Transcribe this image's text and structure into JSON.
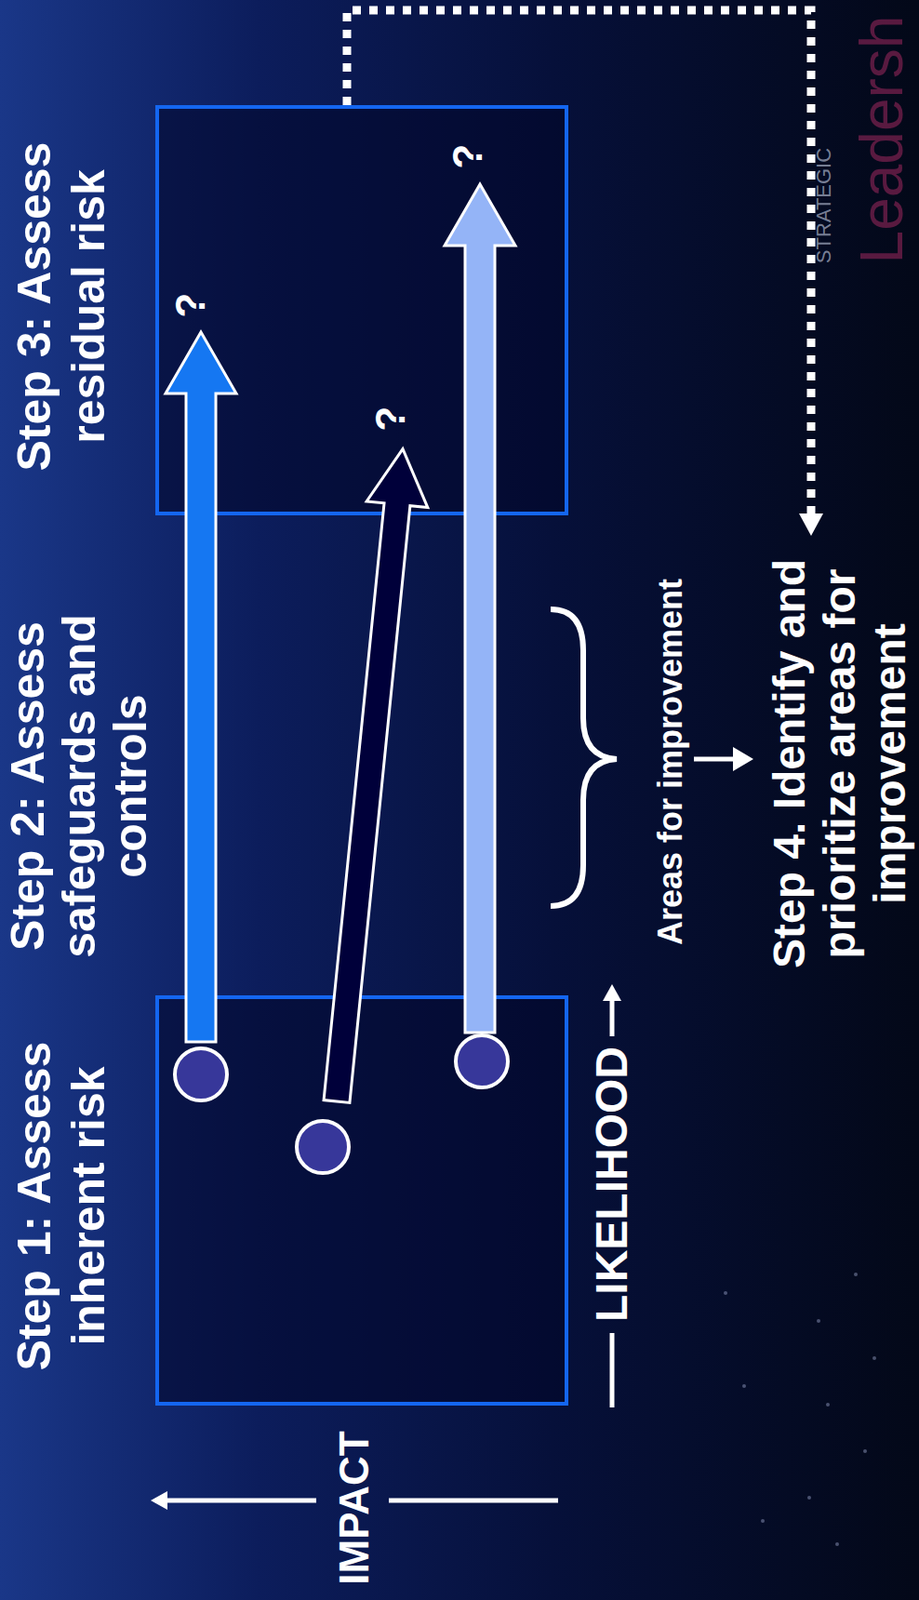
{
  "diagram": {
    "nodes": [
      {
        "text": [
          "Step 1: Assess inherent risk"
        ]
      },
      {
        "text": [
          "Step 3: Assess residual risk"
        ]
      }
    ],
    "labels": [
      "Step 2: Assess safeguards and controls",
      "?",
      "?",
      "?",
      "Areas for improvement",
      "Step 4. Identify and prioritize areas for improvement",
      "LIKELIHOOD",
      "IMPACT",
      "STRATEGIC",
      "Leadersh"
    ]
  }
}
